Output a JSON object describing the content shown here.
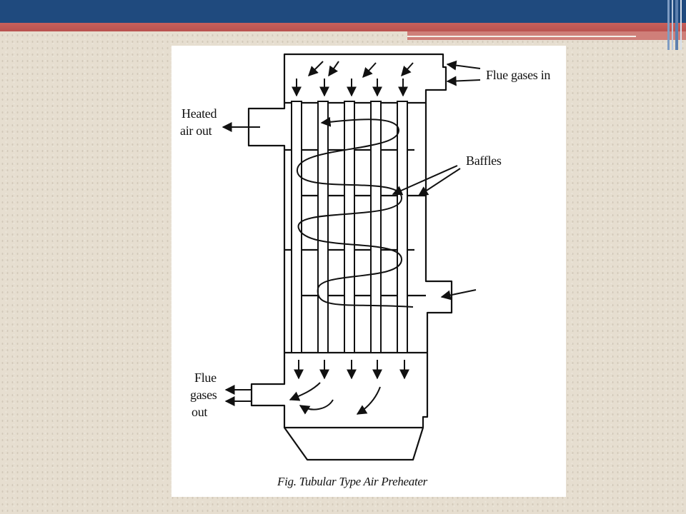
{
  "diagram": {
    "labels": {
      "flue_gases_in": "Flue gases in",
      "heated_air_out_line1": "Heated",
      "heated_air_out_line2": "air out",
      "baffles": "Baffles",
      "flue_gases_out_line1": "Flue",
      "flue_gases_out_line2": "gases",
      "flue_gases_out_line3": "out",
      "caption": "Fig. Tubular Type Air Preheater"
    }
  },
  "colors": {
    "header_blue": "#1f4a7e",
    "stripe_red": "#c8615c",
    "ink": "#111111",
    "slide_bg": "#e6ded0"
  }
}
